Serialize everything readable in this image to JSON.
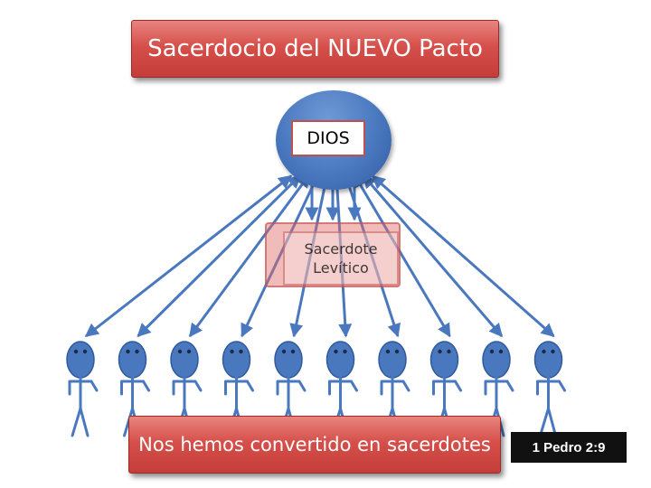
{
  "title": "Sacerdocio del NUEVO Pacto",
  "god": {
    "label": "DIOS"
  },
  "priest": {
    "line1": "Sacerdote",
    "line2": "Levítico"
  },
  "people": {
    "count": 10
  },
  "caption": "Nos hemos convertido en sacerdotes",
  "reference": "1 Pedro 2:9",
  "colors": {
    "title_bg": "#d6504b",
    "circle": "#4a78bf",
    "arrow": "#4a78bf",
    "reference_bg": "#111111"
  }
}
